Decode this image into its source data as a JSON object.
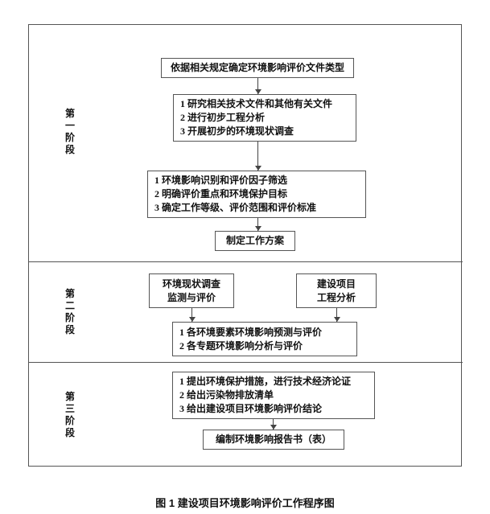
{
  "caption": "图 1 建设项目环境影响评价工作程序图",
  "phases": [
    {
      "label": "第一阶段"
    },
    {
      "label": "第二阶段"
    },
    {
      "label": "第三阶段"
    }
  ],
  "flow": {
    "determine_doc_type": {
      "lines": [
        "依据相关规定确定环境影响评价文件类型"
      ]
    },
    "preliminary_work": {
      "lines": [
        "1 研究相关技术文件和其他有关文件",
        "2 进行初步工程分析",
        "3 开展初步的环境现状调查"
      ]
    },
    "impact_identification": {
      "lines": [
        "1 环境影响识别和评价因子筛选",
        "2 明确评价重点和环境保护目标",
        "3 确定工作等级、评价范围和评价标准"
      ]
    },
    "work_plan": {
      "lines": [
        "制定工作方案"
      ]
    },
    "status_survey": {
      "lines": [
        "环境现状调查",
        "监测与评价"
      ]
    },
    "project_analysis": {
      "lines": [
        "建设项目",
        "工程分析"
      ]
    },
    "impact_prediction": {
      "lines": [
        "1 各环境要素环境影响预测与评价",
        "2 各专题环境影响分析与评价"
      ]
    },
    "conclusions": {
      "lines": [
        "1 提出环境保护措施，进行技术经济论证",
        "2 给出污染物排放清单",
        "3 给出建设项目环境影响评价结论"
      ]
    },
    "report": {
      "lines": [
        "编制环境影响报告书（表）"
      ]
    }
  }
}
